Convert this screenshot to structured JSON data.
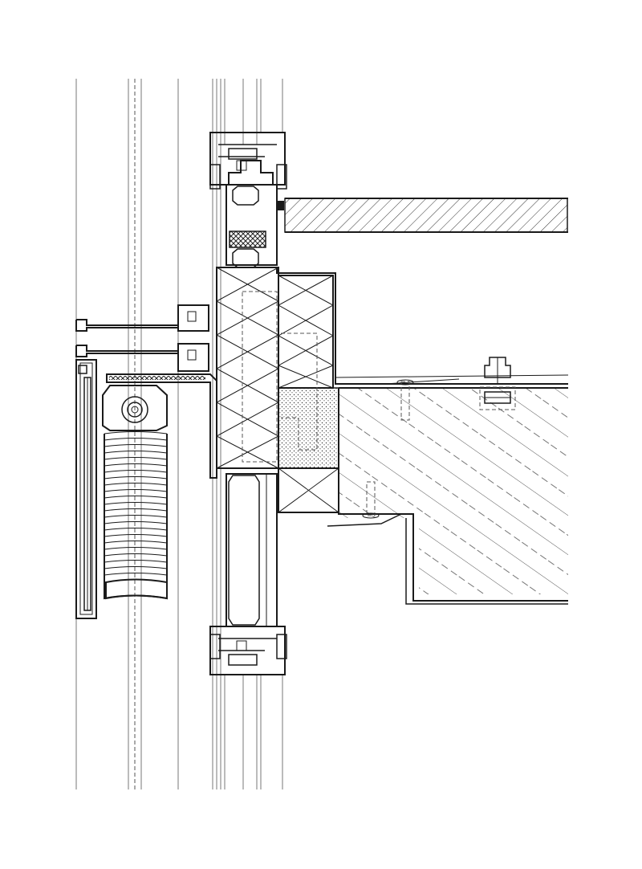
{
  "drawing": {
    "kind": "facade-section-detail",
    "colors": {
      "line": "#1a1a1a",
      "hatch": "#555555",
      "background": "#ffffff"
    },
    "parts": [
      "outer-glass-layer",
      "curtain-wall-mullion",
      "insulated-glass-unit",
      "insulation-block",
      "concrete-slab",
      "floor-slab-upper",
      "sunshade-roller",
      "anchor-bolt"
    ]
  }
}
